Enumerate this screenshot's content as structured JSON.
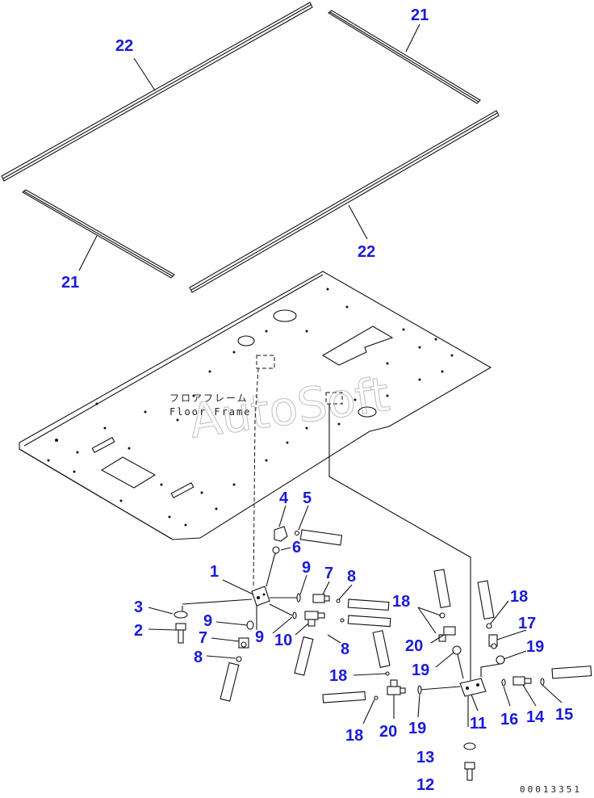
{
  "labels": {
    "frame_jp": "フロアフレーム",
    "frame_en": "Floor Frame",
    "watermark": "AutoSoft",
    "doc_number": "00013351"
  },
  "callouts": {
    "c1": "1",
    "c2": "2",
    "c3": "3",
    "c4": "4",
    "c5": "5",
    "c6": "6",
    "c7a": "7",
    "c7b": "7",
    "c8a": "8",
    "c8b": "8",
    "c8c": "8",
    "c9a": "9",
    "c9b": "9",
    "c9c": "9",
    "c10": "10",
    "c11": "11",
    "c12": "12",
    "c13": "13",
    "c14": "14",
    "c15": "15",
    "c16": "16",
    "c17": "17",
    "c18a": "18",
    "c18b": "18",
    "c18c": "18",
    "c18d": "18",
    "c19a": "19",
    "c19b": "19",
    "c19c": "19",
    "c20a": "20",
    "c20b": "20",
    "c21a": "21",
    "c21b": "21",
    "c22a": "22",
    "c22b": "22"
  },
  "colors": {
    "callout": "#1a1adc",
    "line": "#111111",
    "watermark": "#9a9a9a"
  }
}
